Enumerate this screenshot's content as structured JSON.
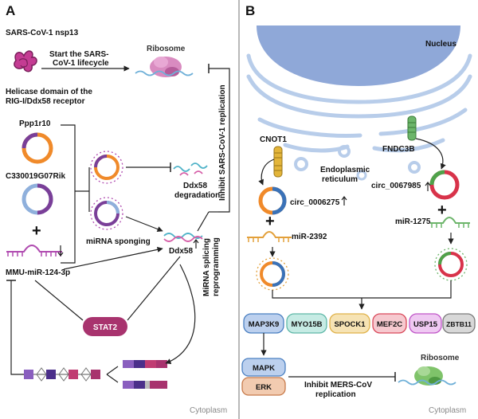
{
  "panel_a": {
    "letter": "A",
    "nsp13": "SARS-CoV-1 nsp13",
    "start_lifecycle_1": "Start  the SARS-",
    "start_lifecycle_2": "CoV-1 lifecycle",
    "ribosome": "Ribosome",
    "helicase_1": "Helicase domain of the",
    "helicase_2": "RIG-I/Ddx58 receptor",
    "ppp1r10": "Ppp1r10",
    "c330019": "C330019G07Rik",
    "plus": "+",
    "mmu_mir": "MMU-miR-124-3p",
    "ddx58_degradation_1": "Ddx58",
    "ddx58_degradation_2": "degradation",
    "mirna_sponging": "miRNA sponging",
    "ddx58": "Ddx58",
    "inhibit_1": "Inhibit SARS-CoV-1 replication",
    "stat2": "STAT2",
    "splicing_1": "MiRNA splicing",
    "splicing_2": "reprogramming",
    "cytoplasm": "Cytoplasm"
  },
  "panel_b": {
    "letter": "B",
    "nucleus": "Nucleus",
    "cnot1": "CNOT1",
    "fndc3b": "FNDC3B",
    "er_1": "Endoplasmic",
    "er_2": "reticulum",
    "circ1": "circ_0006275",
    "circ2": "circ_0067985",
    "plus": "+",
    "mir2392": "miR-2392",
    "mir1275": "miR-1275",
    "targets": [
      "MAP3K9",
      "MYO15B",
      "SPOCK1",
      "MEF2C",
      "USP15",
      "ZBTB11"
    ],
    "target_colors": [
      "#4a7fc1",
      "#5fb8a8",
      "#e0b24a",
      "#d9495a",
      "#c055c8",
      "#7a7a7a"
    ],
    "target_fills": [
      "#bcd0ee",
      "#c6ebe4",
      "#f6e3b4",
      "#f6c9cf",
      "#efc9f2",
      "#d8d8d8"
    ],
    "mapk": "MAPK",
    "erk": "ERK",
    "ribosome": "Ribosome",
    "inhibit_1": "Inhibit MERS-CoV",
    "inhibit_2": "replication",
    "cytoplasm": "Cytoplasm"
  },
  "colors": {
    "orange": "#f08a2a",
    "blue": "#3a72b8",
    "purple": "#7a3f98",
    "lightblue": "#8fb0dc",
    "red": "#d8334a",
    "green": "#4fa24a",
    "stat2": "#a8336e",
    "nucleus": "#8fa8d8",
    "er": "#b8cdea"
  }
}
